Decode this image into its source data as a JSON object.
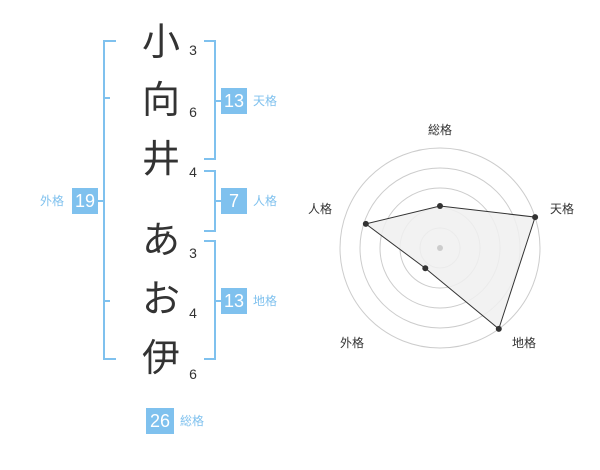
{
  "name": {
    "chars": [
      {
        "char": "小",
        "strokes": "3"
      },
      {
        "char": "向",
        "strokes": "6"
      },
      {
        "char": "井",
        "strokes": "4"
      },
      {
        "char": "あ",
        "strokes": "3"
      },
      {
        "char": "お",
        "strokes": "4"
      },
      {
        "char": "伊",
        "strokes": "6"
      }
    ]
  },
  "fortunes": {
    "tenkaku": {
      "label": "天格",
      "value": "13"
    },
    "jinkaku": {
      "label": "人格",
      "value": "7"
    },
    "chikaku": {
      "label": "地格",
      "value": "13"
    },
    "gaikaku": {
      "label": "外格",
      "value": "19"
    },
    "soukaku": {
      "label": "総格",
      "value": "26"
    }
  },
  "colors": {
    "accent": "#7fc1ee",
    "text": "#333333",
    "grid": "#cccccc",
    "fill": "#f0f0f0"
  },
  "chart_data": {
    "type": "radar",
    "axes": [
      "総格",
      "天格",
      "地格",
      "外格",
      "人格"
    ],
    "values": [
      0.42,
      1.0,
      1.0,
      0.25,
      0.78
    ],
    "rings": 5
  }
}
